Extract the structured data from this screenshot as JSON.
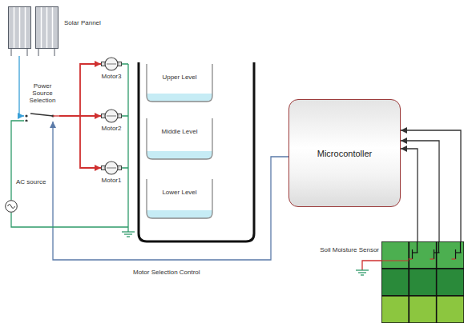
{
  "diagram": {
    "nodes": [
      {
        "text": [
          "Solar Pannel"
        ]
      },
      {
        "text": [
          "AC source"
        ]
      },
      {
        "text": [
          "Power Source Selection"
        ]
      },
      {
        "text": [
          "Motor3"
        ]
      },
      {
        "text": [
          "Motor2"
        ]
      },
      {
        "text": [
          "Motor1"
        ]
      },
      {
        "text": [
          "Upper Level"
        ]
      },
      {
        "text": [
          "Middle Level"
        ]
      },
      {
        "text": [
          "Lower Level"
        ]
      },
      {
        "text": [
          "Microcontoller"
        ]
      },
      {
        "text": [
          "Soil Moisture Sensor"
        ]
      }
    ],
    "edges": [
      {
        "from": 0,
        "to": 2,
        "arrow": "to"
      },
      {
        "from": 1,
        "to": 2,
        "arrow": "none"
      },
      {
        "from": 2,
        "to": 3,
        "arrow": "to"
      },
      {
        "from": 2,
        "to": 4,
        "arrow": "to"
      },
      {
        "from": 2,
        "to": 5,
        "arrow": "to"
      },
      {
        "from": 9,
        "to": 2,
        "label": "Motor Selection Control",
        "arrow": "to"
      },
      {
        "from": 10,
        "to": 9,
        "arrow": "to"
      },
      {
        "from": 10,
        "to": 9,
        "arrow": "to"
      },
      {
        "from": 10,
        "to": 9,
        "arrow": "to"
      }
    ]
  }
}
